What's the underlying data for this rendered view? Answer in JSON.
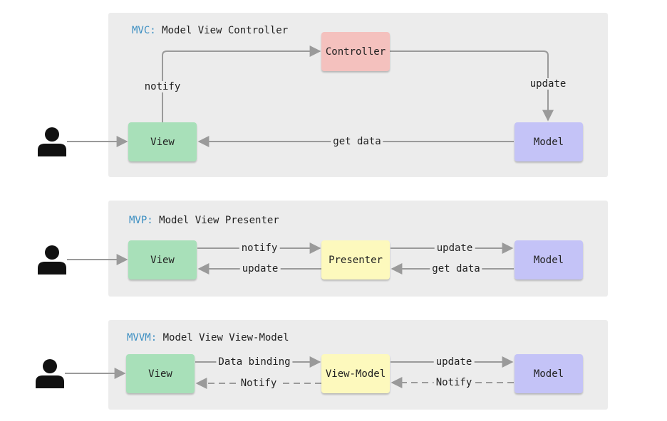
{
  "mvc": {
    "abbr": "MVC:",
    "title": "Model View Controller",
    "nodes": {
      "view": "View",
      "controller": "Controller",
      "model": "Model"
    },
    "edges": {
      "notify": "notify",
      "update": "update",
      "get_data": "get data"
    }
  },
  "mvp": {
    "abbr": "MVP:",
    "title": "Model View Presenter",
    "nodes": {
      "view": "View",
      "presenter": "Presenter",
      "model": "Model"
    },
    "edges": {
      "notify": "notify",
      "update_left": "update",
      "update_right": "update",
      "get_data": "get data"
    }
  },
  "mvvm": {
    "abbr": "MVVM:",
    "title": "Model View View-Model",
    "nodes": {
      "view": "View",
      "view_model": "View-Model",
      "model": "Model"
    },
    "edges": {
      "data_binding": "Data binding",
      "notify_left": "Notify",
      "update": "update",
      "notify_right": "Notify"
    }
  },
  "icons": {
    "user": "user-icon"
  },
  "colors": {
    "view": "#a8e0b9",
    "controller": "#f4c1be",
    "model": "#c4c3f7",
    "presenter": "#fdf9bd",
    "view_model": "#fdf9bd",
    "panel": "#ececec",
    "abbr": "#3d8fc2",
    "arrow": "#9a9a9a"
  }
}
